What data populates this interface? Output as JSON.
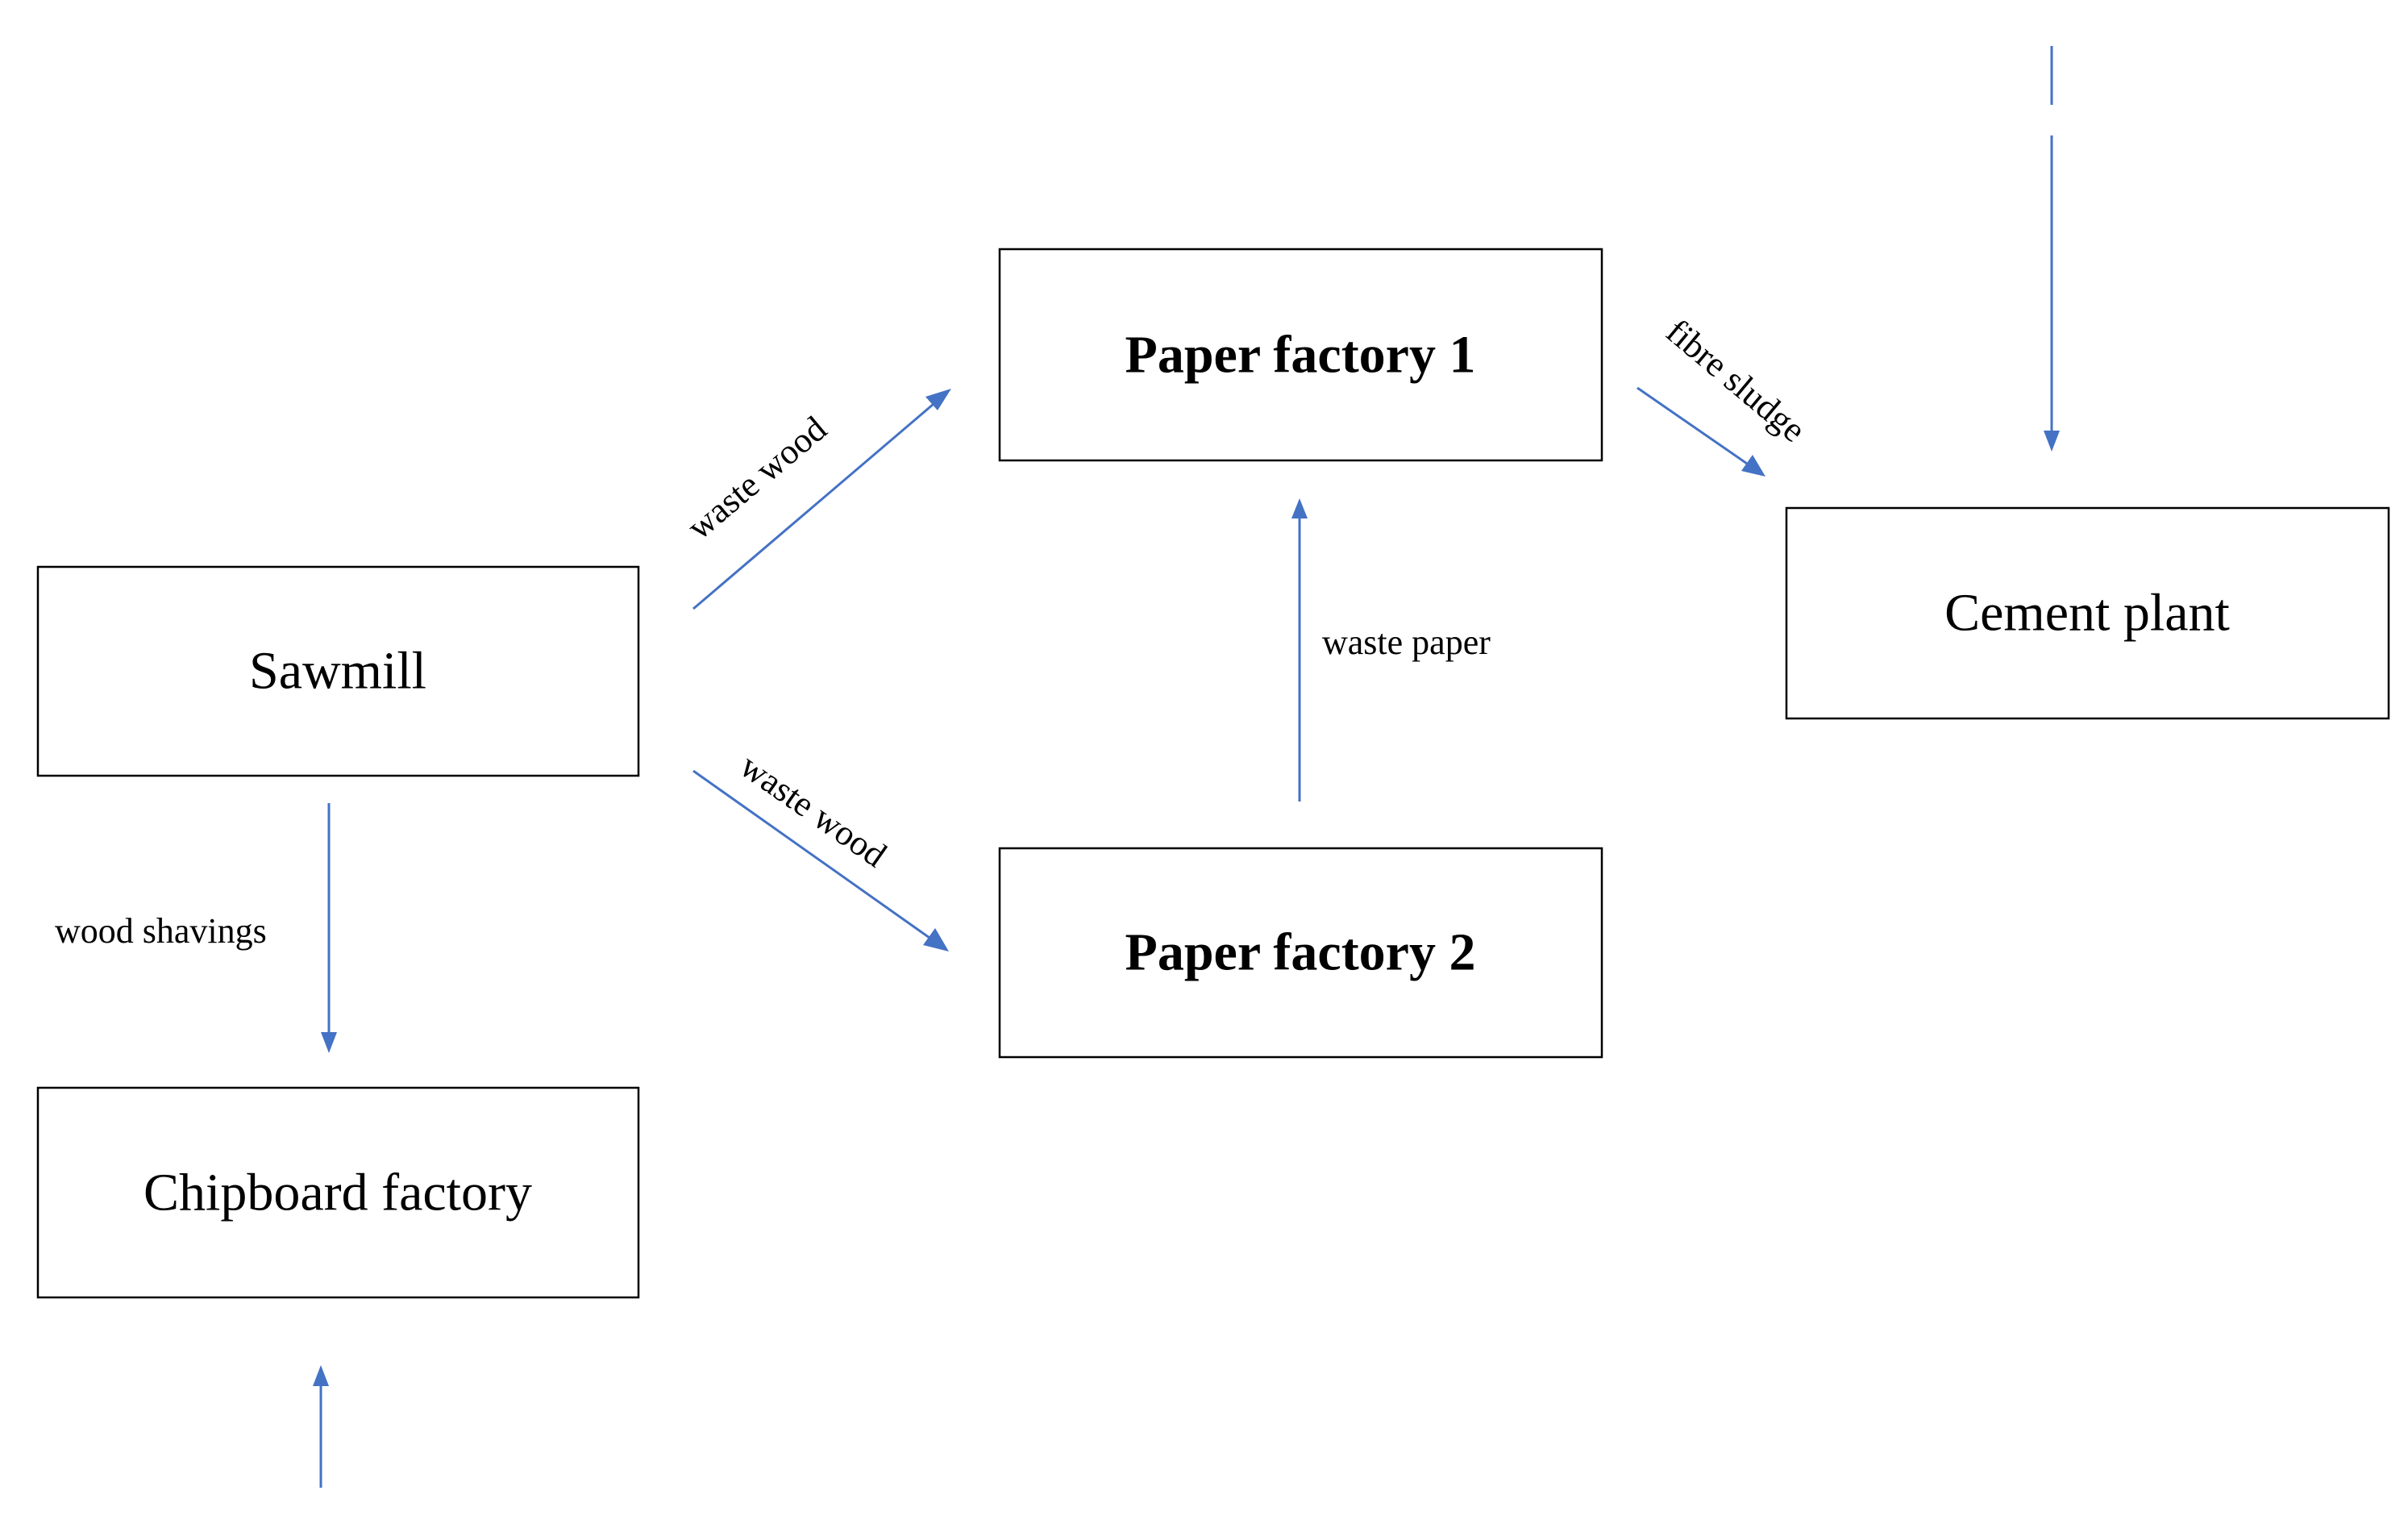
{
  "nodes": {
    "sawmill": {
      "label": "Sawmill",
      "bold": false
    },
    "chipboard": {
      "label": "Chipboard factory",
      "bold": false
    },
    "paper1": {
      "label": "Paper factory 1",
      "bold": true
    },
    "paper2": {
      "label": "Paper factory 2",
      "bold": true
    },
    "cement": {
      "label": "Cement plant",
      "bold": false
    }
  },
  "flows": {
    "sawmill_to_paper1": {
      "from": "Sawmill",
      "to": "Paper factory 1",
      "label": "waste wood"
    },
    "sawmill_to_paper2": {
      "from": "Sawmill",
      "to": "Paper factory 2",
      "label": "waste wood"
    },
    "sawmill_to_chipboard": {
      "from": "Sawmill",
      "to": "Chipboard factory",
      "label": "wood shavings"
    },
    "paper2_to_paper1": {
      "from": "Paper factory 2",
      "to": "Paper factory 1",
      "label": "waste paper"
    },
    "paper1_to_cement": {
      "from": "Paper factory 1",
      "to": "Cement plant",
      "label": "fibre sludge"
    },
    "input_to_cement": {
      "to": "Cement plant",
      "label": ""
    },
    "input_to_chipboard": {
      "to": "Chipboard factory",
      "label": ""
    }
  },
  "colors": {
    "arrow": "#4472C4",
    "box_border": "#000000",
    "text": "#000000",
    "background": "#ffffff"
  }
}
